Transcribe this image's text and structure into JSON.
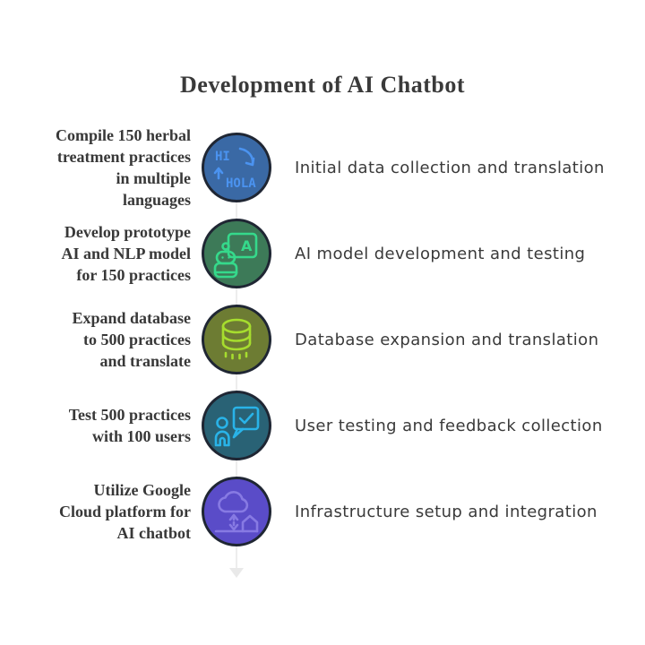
{
  "title": "Development of AI Chatbot",
  "timeline": {
    "line_color": "#ededed",
    "circle_border_color": "#1f2633"
  },
  "steps": [
    {
      "icon": "translation-icon",
      "circle_color": "#3a69a5",
      "accent_color": "#4b93f0",
      "icon_text_top": "HI",
      "icon_text_bottom": "HOLA",
      "label_lines": [
        "Compile 150 herbal",
        "treatment practices",
        "in multiple",
        "languages"
      ],
      "description": "Initial data collection and translation"
    },
    {
      "icon": "robot-training-icon",
      "circle_color": "#3d7a58",
      "accent_color": "#35d98b",
      "icon_text_top": "A",
      "icon_text_bottom": "",
      "label_lines": [
        "Develop prototype",
        "AI and NLP model",
        "for 150 practices"
      ],
      "description": "AI model development and testing"
    },
    {
      "icon": "database-icon",
      "circle_color": "#6d7c33",
      "accent_color": "#a6dd2e",
      "icon_text_top": "",
      "icon_text_bottom": "",
      "label_lines": [
        "Expand database",
        "to 500 practices",
        "and translate"
      ],
      "description": "Database expansion and translation"
    },
    {
      "icon": "user-feedback-icon",
      "circle_color": "#296275",
      "accent_color": "#29b3e8",
      "icon_text_top": "",
      "icon_text_bottom": "",
      "label_lines": [
        "Test 500 practices",
        "with 100 users"
      ],
      "description": "User testing and feedback collection"
    },
    {
      "icon": "cloud-infrastructure-icon",
      "circle_color": "#5a4cc8",
      "accent_color": "#877ae3",
      "icon_text_top": "",
      "icon_text_bottom": "",
      "label_lines": [
        "Utilize Google",
        "Cloud platform for",
        "AI chatbot"
      ],
      "description": "Infrastructure setup and integration"
    }
  ]
}
